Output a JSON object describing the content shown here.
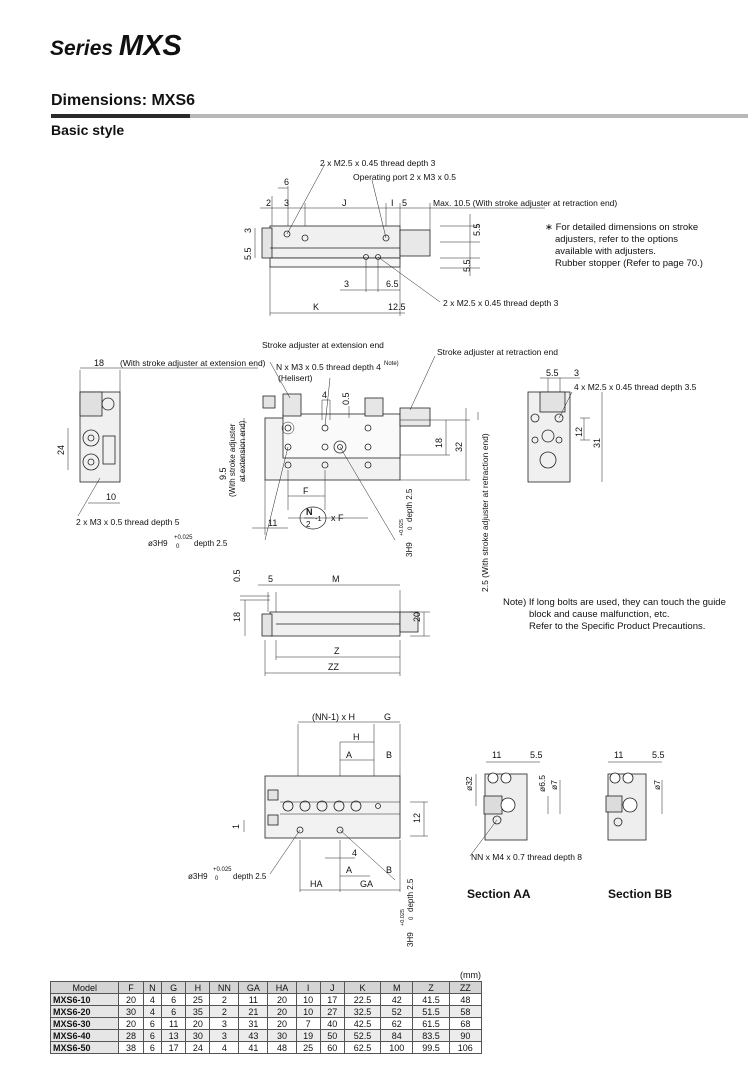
{
  "header": {
    "series_prefix": "Series",
    "series_name": "MXS"
  },
  "section": {
    "title": "Dimensions: MXS6",
    "subtitle": "Basic style"
  },
  "top_view": {
    "labels": {
      "thread_top": "2 x M2.5 x 0.45 thread depth 3",
      "operating_port": "Operating port 2 x M3 x 0.5",
      "max_note": "Max. 10.5 (With stroke adjuster at retraction end)",
      "thread_bottom": "2 x M2.5 x 0.45 thread depth 3",
      "dim_6": "6",
      "dim_2": "2",
      "dim_3a": "3",
      "dim_J": "J",
      "dim_I": "I",
      "dim_5": "5",
      "dim_3v": "3",
      "dim_5_5a": "5.5",
      "dim_5_5b": "5.5",
      "dim_5_5c": "5.5",
      "dim_3b": "3",
      "dim_6_5": "6.5",
      "dim_K": "K",
      "dim_12_5": "12.5"
    }
  },
  "notes": {
    "adjuster_lines": [
      "For detailed dimensions on stroke",
      "adjusters, refer to the options",
      "available with adjusters.",
      "Rubber stopper (Refer to page 70.)"
    ],
    "bolt_lines": [
      "Note) If long bolts are used, they can touch the guide",
      "block and cause malfunction, etc.",
      "Refer to the Specific Product Precautions."
    ]
  },
  "middle_view": {
    "labels": {
      "ext_end_18": "(With stroke adjuster at extension end)",
      "stroke_ext": "Stroke adjuster at extension end",
      "helisert_thread": "N x M3 x 0.5 thread depth 4",
      "note_sup": "Note)",
      "helisert": "(Helisert)",
      "stroke_ret": "Stroke adjuster at retraction end",
      "left_thread": "2 x M3 x 0.5 thread depth 5",
      "bore": "ø3H9",
      "tol_plus": "+0.025",
      "tol_zero": "0",
      "depth": "depth 2.5",
      "dim_18": "18",
      "dim_24": "24",
      "dim_10": "10",
      "dim_4": "4",
      "dim_0_5": "0.5",
      "dim_18b": "18",
      "dim_32": "32",
      "dim_9_5": "9.5",
      "vert_ext": "(With stroke adjuster",
      "vert_ext2": "at extension end)",
      "dim_F": "F",
      "dim_11": "11",
      "frac_N": "N",
      "frac_2": "2",
      "frac_tail": "-1",
      "times_F": "x F",
      "hole_vert": "3H9",
      "depth_vert": "depth 2.5",
      "ret_vert": "2.5 (With stroke adjuster at retraction end)",
      "dim_5_5": "5.5",
      "dim_3": "3",
      "thread_right": "4 x M2.5 x 0.45 thread depth 3.5",
      "dim_12": "12",
      "dim_31": "31"
    }
  },
  "side_view": {
    "labels": {
      "dim_0_5": "0.5",
      "dim_5": "5",
      "dim_M": "M",
      "dim_18": "18",
      "dim_20": "20",
      "dim_Z": "Z",
      "dim_ZZ": "ZZ"
    }
  },
  "bottom_view": {
    "labels": {
      "nn_h": "(NN-1) x H",
      "dim_G": "G",
      "dim_H": "H",
      "dim_A": "A",
      "dim_B": "B",
      "dim_1": "1",
      "dim_12": "12",
      "dim_4": "4",
      "dim_A2": "A",
      "dim_B2": "B",
      "dim_HA": "HA",
      "dim_GA": "GA",
      "bore": "ø3H9",
      "tol_plus": "+0.025",
      "tol_zero": "0",
      "depth": "depth 2.5",
      "hole_vert": "3H9",
      "depth_vert": "depth 2.5"
    }
  },
  "sections": {
    "aa": {
      "title": "Section AA",
      "dim_11": "11",
      "dim_5_5": "5.5",
      "dia_32": "ø32",
      "dia_6_5": "ø6.5",
      "dia_7": "ø7",
      "thread": "NN x M4 x 0.7 thread depth 8"
    },
    "bb": {
      "title": "Section BB",
      "dim_11": "11",
      "dim_5_5": "5.5",
      "dia_7": "ø7"
    }
  },
  "table": {
    "unit": "(mm)",
    "columns": [
      "Model",
      "F",
      "N",
      "G",
      "H",
      "NN",
      "GA",
      "HA",
      "I",
      "J",
      "K",
      "M",
      "Z",
      "ZZ"
    ],
    "rows": [
      [
        "MXS6-10",
        "20",
        "4",
        "6",
        "25",
        "2",
        "11",
        "20",
        "10",
        "17",
        "22.5",
        "42",
        "41.5",
        "48"
      ],
      [
        "MXS6-20",
        "30",
        "4",
        "6",
        "35",
        "2",
        "21",
        "20",
        "10",
        "27",
        "32.5",
        "52",
        "51.5",
        "58"
      ],
      [
        "MXS6-30",
        "20",
        "6",
        "11",
        "20",
        "3",
        "31",
        "20",
        "7",
        "40",
        "42.5",
        "62",
        "61.5",
        "68"
      ],
      [
        "MXS6-40",
        "28",
        "6",
        "13",
        "30",
        "3",
        "43",
        "30",
        "19",
        "50",
        "52.5",
        "84",
        "83.5",
        "90"
      ],
      [
        "MXS6-50",
        "38",
        "6",
        "17",
        "24",
        "4",
        "41",
        "48",
        "25",
        "60",
        "62.5",
        "100",
        "99.5",
        "106"
      ]
    ]
  }
}
